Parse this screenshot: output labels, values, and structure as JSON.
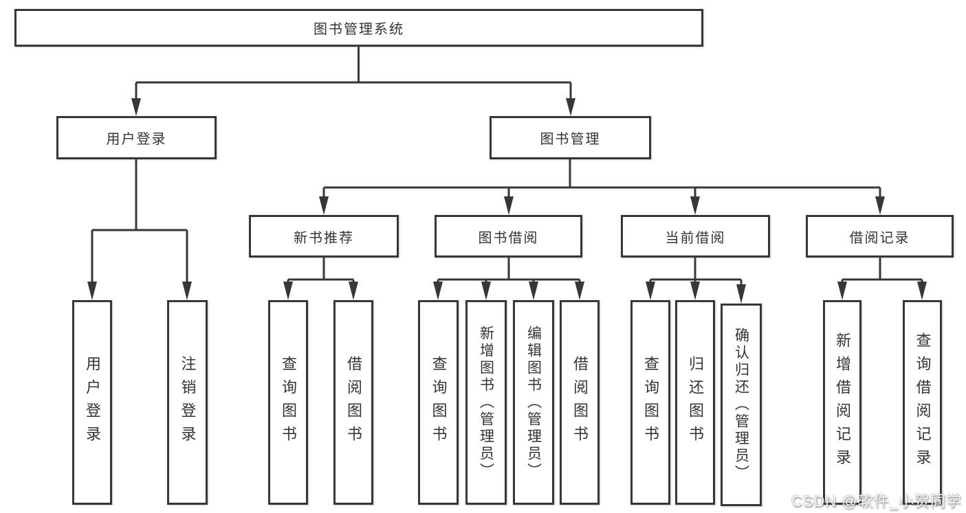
{
  "diagram_type": "hierarchy-flowchart",
  "tree": {
    "label": "图书管理系统",
    "children": [
      {
        "label": "用户登录",
        "children": [
          {
            "label": "用户登录"
          },
          {
            "label": "注销登录"
          }
        ]
      },
      {
        "label": "图书管理",
        "children": [
          {
            "label": "新书推荐",
            "children": [
              {
                "label": "查询图书"
              },
              {
                "label": "借阅图书"
              }
            ]
          },
          {
            "label": "图书借阅",
            "children": [
              {
                "label": "查询图书"
              },
              {
                "label": "新增图书（管理员）"
              },
              {
                "label": "编辑图书（管理员）"
              },
              {
                "label": "借阅图书"
              }
            ]
          },
          {
            "label": "当前借阅",
            "children": [
              {
                "label": "查询图书"
              },
              {
                "label": "归还图书"
              },
              {
                "label": "确认归还（管理员）"
              }
            ]
          },
          {
            "label": "借阅记录",
            "children": [
              {
                "label": "新增借阅记录"
              },
              {
                "label": "查询借阅记录"
              }
            ]
          }
        ]
      }
    ]
  },
  "watermark": {
    "text": "CSDN @软件_小贺同学"
  },
  "colors": {
    "line": "#373737",
    "box_border": "#373737",
    "box_background": "#ffffff",
    "text": "#333333",
    "page_background": "#ffffff",
    "watermark_text": "#f8f8f8"
  }
}
